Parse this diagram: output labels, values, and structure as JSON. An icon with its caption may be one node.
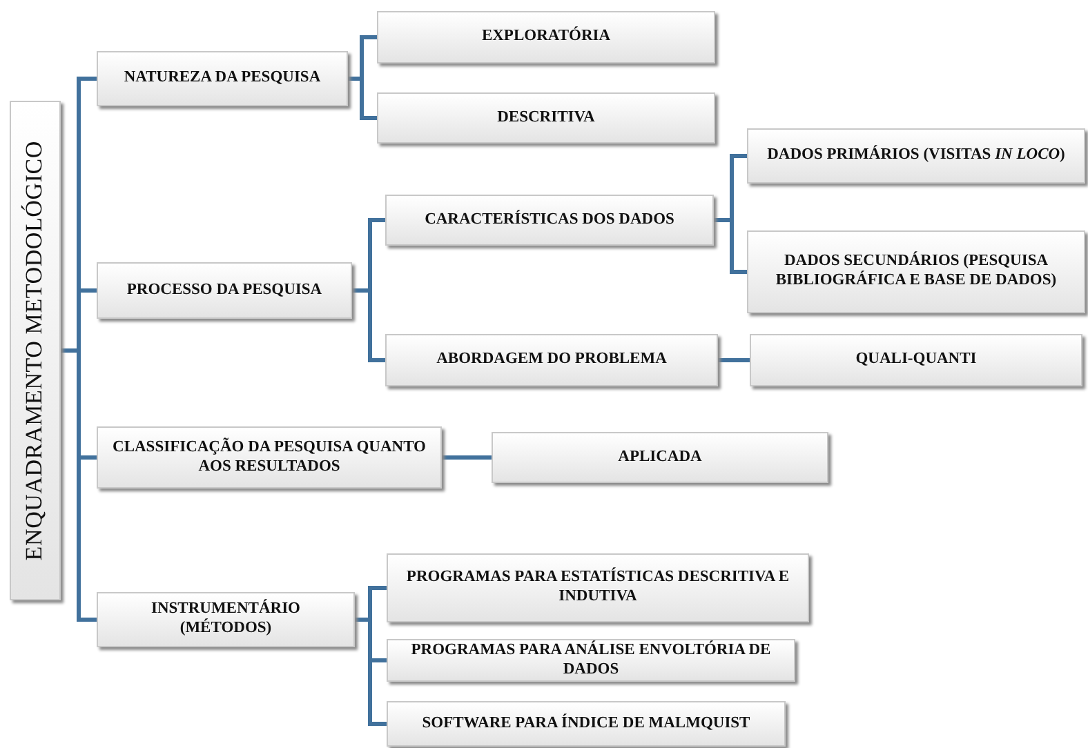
{
  "diagram": {
    "nodes": [
      {
        "text": [
          "ENQUADRAMENTO METODOLÓGICO"
        ]
      },
      {
        "text": [
          "NATUREZA  DA PESQUISA"
        ]
      },
      {
        "text": [
          "EXPLORATÓRIA"
        ]
      },
      {
        "text": [
          "DESCRITIVA"
        ]
      },
      {
        "text": [
          "PROCESSO  DA PESQUISA"
        ]
      },
      {
        "text": [
          "CARACTERÍSTICAS  DOS DADOS"
        ]
      },
      {
        "text": [
          "DADOS PRIMÁRIOS (VISITAS *IN LOCO*)"
        ]
      },
      {
        "text": [
          "DADOS SECUNDÁRIOS (PESQUISA BIBLIOGRÁFICA E BASE DE DADOS)"
        ]
      },
      {
        "text": [
          "ABORDAGEM DO PROBLEMA"
        ]
      },
      {
        "text": [
          "QUALI-QUANTI"
        ]
      },
      {
        "text": [
          "CLASSIFICAÇÃO  DA PESQUISA QUANTO AOS RESULTADOS"
        ]
      },
      {
        "text": [
          "APLICADA"
        ]
      },
      {
        "text": [
          "INSTRUMENTÁRIO (MÉTODOS)"
        ]
      },
      {
        "text": [
          "PROGRAMAS PARA ESTATÍSTICAS  DESCRITIVA  E INDUTIVA"
        ]
      },
      {
        "text": [
          "PROGRAMAS PARA ANÁLISE  ENVOLTÓRIA  DE DADOS"
        ]
      },
      {
        "text": [
          "SOFTWARE PARA ÍNDICE DE MALMQUIST"
        ]
      }
    ],
    "edges": [
      {
        "from": 0,
        "to": 1,
        "arrow": "none"
      },
      {
        "from": 0,
        "to": 4,
        "arrow": "none"
      },
      {
        "from": 0,
        "to": 10,
        "arrow": "none"
      },
      {
        "from": 0,
        "to": 12,
        "arrow": "none"
      },
      {
        "from": 1,
        "to": 2,
        "arrow": "none"
      },
      {
        "from": 1,
        "to": 3,
        "arrow": "none"
      },
      {
        "from": 4,
        "to": 5,
        "arrow": "none"
      },
      {
        "from": 4,
        "to": 8,
        "arrow": "none"
      },
      {
        "from": 5,
        "to": 6,
        "arrow": "none"
      },
      {
        "from": 5,
        "to": 7,
        "arrow": "none"
      },
      {
        "from": 8,
        "to": 9,
        "arrow": "none"
      },
      {
        "from": 10,
        "to": 11,
        "arrow": "none"
      },
      {
        "from": 12,
        "to": 13,
        "arrow": "none"
      },
      {
        "from": 12,
        "to": 14,
        "arrow": "none"
      },
      {
        "from": 12,
        "to": 15,
        "arrow": "none"
      }
    ]
  }
}
